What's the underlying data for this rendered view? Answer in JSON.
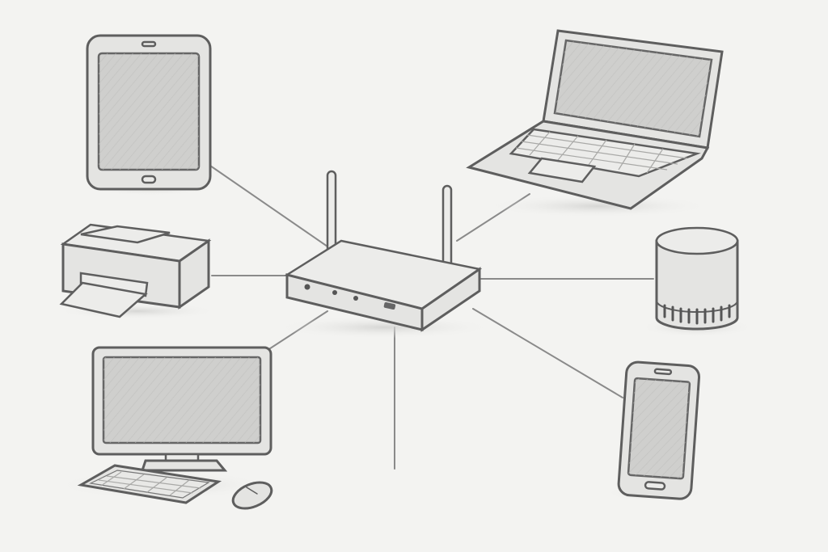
{
  "diagram": {
    "hub": "wireless-router",
    "devices": [
      "tablet",
      "laptop",
      "printer",
      "storage-drum",
      "desktop-computer",
      "smartphone",
      "wired-cable-end"
    ]
  },
  "colors": {
    "paper": "#f3f3f1",
    "pencil": "#5e5e5e",
    "fill": "#e4e4e2",
    "screen": "#cfcfcd"
  }
}
